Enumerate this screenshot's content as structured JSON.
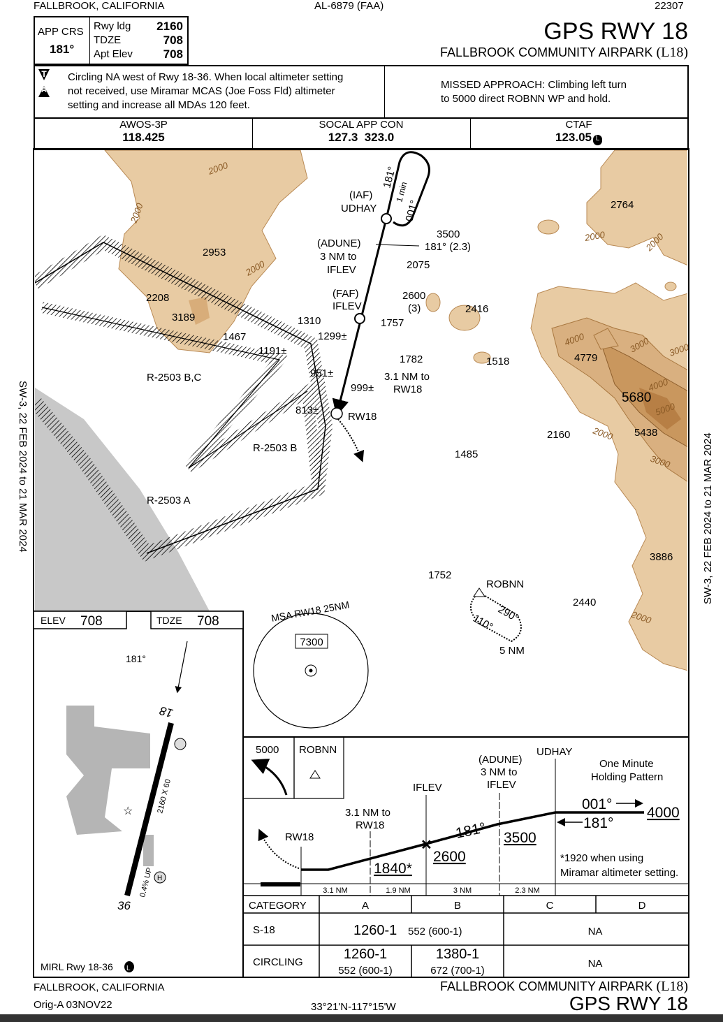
{
  "header": {
    "location": "FALLBROOK, CALIFORNIA",
    "chart_id": "AL-6879 (FAA)",
    "cycle": "22307",
    "title": "GPS RWY 18",
    "airport": "FALLBROOK COMMUNITY AIRPARK",
    "airport_id": "(L18)"
  },
  "briefing": {
    "app_crs_label": "APP CRS",
    "app_crs": "181°",
    "rwy_ldg_label": "Rwy ldg",
    "rwy_ldg": "2160",
    "tdze_label": "TDZE",
    "tdze": "708",
    "apt_elev_label": "Apt Elev",
    "apt_elev": "708"
  },
  "notes": {
    "line1": "Circling NA west of Rwy 18-36. When local altimeter setting",
    "line2": "not received, use Miramar MCAS (Joe Foss Fld) altimeter",
    "line3": "setting and increase all MDAs 120 feet.",
    "missed1": "MISSED APPROACH: Climbing left turn",
    "missed2": "to 5000 direct ROBNN WP and hold.",
    "icon_t": "T",
    "icon_a": "A"
  },
  "comms": [
    {
      "label": "AWOS-3P",
      "freq": "118.425"
    },
    {
      "label": "SOCAL APP CON",
      "freq": "127.3  323.0"
    },
    {
      "label": "CTAF",
      "freq": "123.05",
      "badge": "L"
    }
  ],
  "plan": {
    "iaf": "(IAF)",
    "udhay": "UDHAY",
    "crs_in": "181°",
    "crs_out": "001°",
    "hold_time": "1 min",
    "alt_3500": "3500",
    "seg_crs": "181° (2.3)",
    "adune": "(ADUNE)",
    "adune2": "3 NM to",
    "adune3": "IFLEV",
    "faf": "(FAF)",
    "iflev": "IFLEV",
    "alt_2600": "2600",
    "dist_3": "(3)",
    "nm_to1": "3.1 NM to",
    "nm_to2": "RW18",
    "rw18": "RW18",
    "robnn": "ROBNN",
    "hold_out": "290°",
    "hold_in": "110°",
    "hold_5nm": "5 NM",
    "elevations": [
      "2953",
      "2075",
      "2208",
      "3189",
      "1467",
      "1191±",
      "1310",
      "1299±",
      "1757",
      "2416",
      "1782",
      "1518",
      "951±",
      "999±",
      "813±",
      "2764",
      "4779",
      "5680",
      "5438",
      "2160",
      "1485",
      "1752",
      "2440",
      "3886"
    ],
    "contours": [
      "2000",
      "2000",
      "2000",
      "2000",
      "3000",
      "4000",
      "4000",
      "5000",
      "2000",
      "3000",
      "3000",
      "2000",
      "2000"
    ],
    "areas": [
      "R-2503 B,C",
      "R-2503 B",
      "R-2503 A"
    ],
    "msa_title": "MSA RW18 25NM",
    "msa_alt": "7300",
    "side_left": "SW-3,  22 FEB 2024  to  21 MAR 2024",
    "side_right": "SW-3,  22 FEB 2024  to  21 MAR 2024"
  },
  "airport_inset": {
    "elev_label": "ELEV",
    "elev": "708",
    "tdze_label": "TDZE",
    "tdze": "708",
    "crs": "181°",
    "rwy_18": "18",
    "rwy_36": "36",
    "rwy_dims": "2160 X 60",
    "gradient": "0.4% UP",
    "lighting": "MIRL Rwy 18-36",
    "lighting_badge": "L",
    "helipad": "H"
  },
  "profile": {
    "missed_alt": "5000",
    "missed_fix": "ROBNN",
    "udhay": "UDHAY",
    "adune1": "(ADUNE)",
    "adune2": "3 NM to",
    "adune3": "IFLEV",
    "iflev": "IFLEV",
    "to_rw1": "3.1 NM to",
    "to_rw2": "RW18",
    "rw18": "RW18",
    "holding1": "One Minute",
    "holding2": "Holding Pattern",
    "hold_out": "001°",
    "hold_in": "181°",
    "alt_4000": "4000",
    "crs": "181°",
    "alt_3500": "3500",
    "alt_2600": "2600",
    "alt_1840": "1840*",
    "note1": "*1920 when using",
    "note2": "Miramar altimeter setting.",
    "dists": [
      "3.1 NM",
      "1.9 NM",
      "3 NM",
      "2.3 NM"
    ]
  },
  "minimums": {
    "headers": [
      "CATEGORY",
      "A",
      "B",
      "C",
      "D"
    ],
    "s18_label": "S-18",
    "s18_ab": "1260-1",
    "s18_ab_haa": "552 (600-1)",
    "s18_cd": "NA",
    "circ_label": "CIRCLING",
    "circ_a": "1260-1",
    "circ_a_haa": "552 (600-1)",
    "circ_b": "1380-1",
    "circ_b_haa": "672 (700-1)",
    "circ_cd": "NA"
  },
  "footer": {
    "location": "FALLBROOK, CALIFORNIA",
    "amendment": "Orig-A  03NOV22",
    "coords": "33°21'N-117°15'W",
    "airport": "FALLBROOK COMMUNITY AIRPARK",
    "airport_id": "(L18)",
    "title": "GPS RWY 18"
  }
}
